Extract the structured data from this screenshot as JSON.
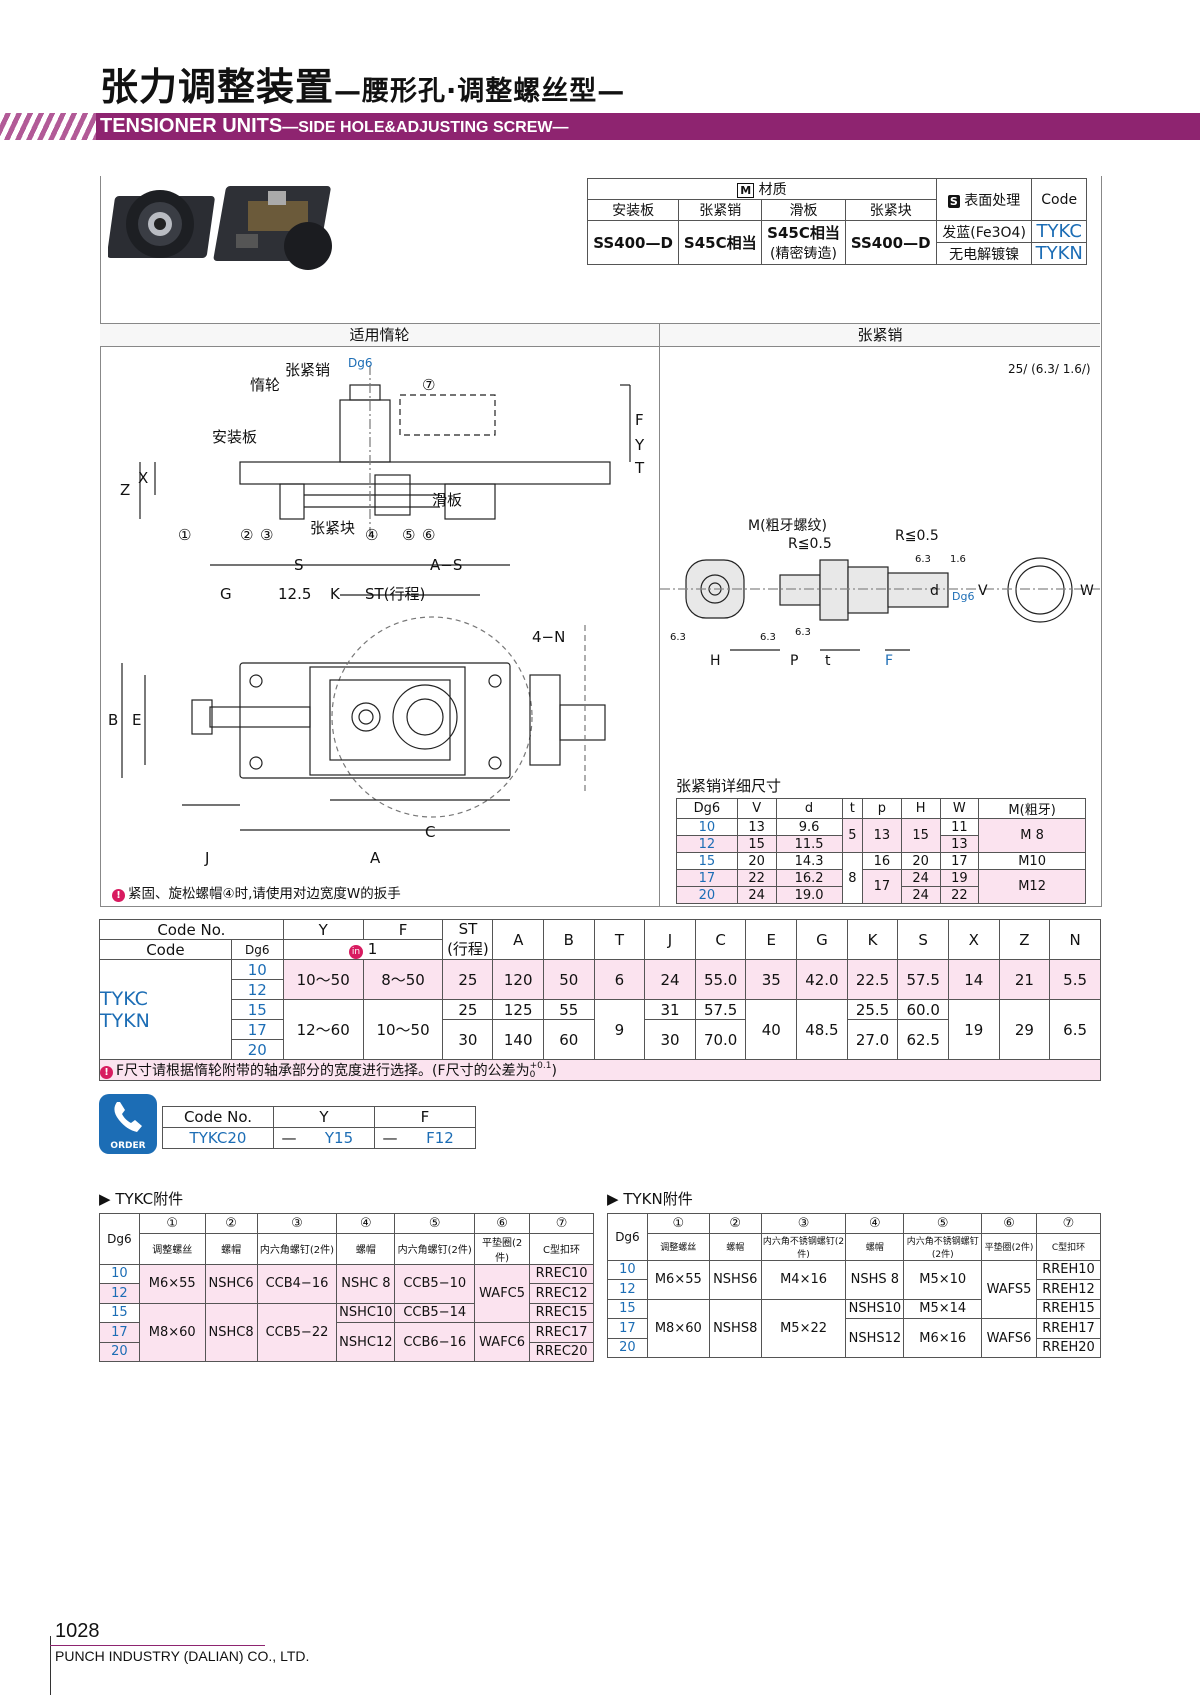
{
  "header": {
    "title_cn": "张力调整装置",
    "title_cn_sub": "—腰形孔·调整螺丝型—",
    "title_en": "TENSIONER UNITS",
    "title_en_sub": "—SIDE HOLE&ADJUSTING SCREW—"
  },
  "material": {
    "m_badge": "M",
    "m_label": "材质",
    "s_badge": "S",
    "s_label": "表面处理",
    "code_label": "Code",
    "cols": [
      "安装板",
      "张紧销",
      "滑板",
      "张紧块"
    ],
    "values": [
      "SS400—D",
      "S45C相当",
      "S45C相当",
      "SS400—D"
    ],
    "slide_note": "(精密铸造)",
    "surface": [
      "发蓝(Fe3O4)",
      "无电解镀镍"
    ],
    "codes": [
      "TYKC",
      "TYKN"
    ],
    "accent": "#1c6db5"
  },
  "sections": {
    "left": "适用惰轮",
    "right": "张紧销"
  },
  "drawing_left": {
    "labels": {
      "idler": "惰轮",
      "pin": "张紧销",
      "plate": "安装板",
      "slide": "滑板",
      "block": "张紧块",
      "dg6": "Dg6",
      "n7": "⑦",
      "n1": "①",
      "n2": "②",
      "n3": "③",
      "n4": "④",
      "n5": "⑤",
      "n6": "⑥",
      "F": "F",
      "Y": "Y",
      "T": "T",
      "Z": "Z",
      "X": "X",
      "S": "S",
      "AS": "A−S",
      "G": "G",
      "d125": "12.5",
      "K": "K",
      "ST": "ST(行程)",
      "N": "4−N",
      "B": "B",
      "E": "E",
      "C": "C",
      "J": "J",
      "A": "A"
    },
    "note": "紧固、旋松螺帽④时,请使用对边宽度W的扳手"
  },
  "drawing_right": {
    "labels": {
      "finish": "25/ (6.3/ 1.6/)",
      "M": "M(粗牙螺纹)",
      "R1": "R≦0.5",
      "R2": "R≦0.5",
      "r63a": "6.3",
      "r16": "1.6",
      "r63b": "6.3",
      "r63c": "6.3",
      "r63d": "6.3",
      "H": "H",
      "P": "P",
      "t": "t",
      "F": "F",
      "d": "d",
      "Dg6": "Dg6",
      "V": "V",
      "W": "W"
    }
  },
  "pin_dims": {
    "title": "张紧销详细尺寸",
    "headers": [
      "Dg6",
      "V",
      "d",
      "t",
      "p",
      "H",
      "W",
      "M(粗牙)"
    ],
    "rows": [
      {
        "dg": "10",
        "v": "13",
        "d": "9.6",
        "w": "11"
      },
      {
        "dg": "12",
        "v": "15",
        "d": "11.5",
        "w": "13"
      },
      {
        "dg": "15",
        "v": "20",
        "d": "14.3",
        "w": "17"
      },
      {
        "dg": "17",
        "v": "22",
        "d": "16.2",
        "w": "19"
      },
      {
        "dg": "20",
        "v": "24",
        "d": "19.0",
        "w": "22"
      }
    ],
    "t": [
      "5",
      "8"
    ],
    "p": [
      "13",
      "16",
      "17"
    ],
    "h": [
      "15",
      "20",
      "24",
      "24"
    ],
    "m": [
      "M 8",
      "M10",
      "M12"
    ]
  },
  "main_table": {
    "h_codeno": "Code No.",
    "h_code": "Code",
    "h_dg6": "Dg6",
    "h_in": "in",
    "h_1": "1",
    "h_Y": "Y",
    "h_F": "F",
    "h_ST": "ST",
    "h_ST2": "(行程)",
    "h_cols": [
      "A",
      "B",
      "T",
      "J",
      "C",
      "E",
      "G",
      "K",
      "S",
      "X",
      "Z",
      "N"
    ],
    "codes": [
      "TYKC",
      "TYKN"
    ],
    "dg": [
      "10",
      "12",
      "15",
      "17",
      "20"
    ],
    "y": [
      "10～50",
      "12～60"
    ],
    "f": [
      "8～50",
      "10～50"
    ],
    "st": [
      "25",
      "25",
      "30"
    ],
    "a": [
      "120",
      "125",
      "140"
    ],
    "b": [
      "50",
      "55",
      "60"
    ],
    "t": [
      "6",
      "9"
    ],
    "j": [
      "24",
      "31",
      "30"
    ],
    "c": [
      "55.0",
      "57.5",
      "70.0"
    ],
    "e": [
      "35",
      "40"
    ],
    "g": [
      "42.0",
      "48.5"
    ],
    "k": [
      "22.5",
      "25.5",
      "27.0"
    ],
    "s": [
      "57.5",
      "60.0",
      "62.5"
    ],
    "x": [
      "14",
      "19"
    ],
    "z": [
      "21",
      "29"
    ],
    "n": [
      "5.5",
      "6.5"
    ],
    "note": "F尺寸请根据惰轮附带的轴承部分的宽度进行选择。(F尺寸的公差为",
    "note_tol_up": "+0.1",
    "note_tol_dn": "0",
    "note_end": ")"
  },
  "order": {
    "badge": "ORDER",
    "headers": [
      "Code No.",
      "Y",
      "F"
    ],
    "values": [
      "TYKC20",
      "—",
      "Y15",
      "—",
      "F12"
    ]
  },
  "tykc": {
    "title": "TYKC附件",
    "nums": [
      "①",
      "②",
      "③",
      "④",
      "⑤",
      "⑥",
      "⑦"
    ],
    "names": [
      "调整螺丝",
      "螺帽",
      "内六角螺钉(2件)",
      "螺帽",
      "内六角螺钉(2件)",
      "平垫圈(2件)",
      "C型扣环"
    ],
    "dg_label": "Dg6",
    "dg": [
      "10",
      "12",
      "15",
      "17",
      "20"
    ],
    "c1": [
      "M6×55",
      "M8×60"
    ],
    "c2": [
      "NSHC6",
      "NSHC8"
    ],
    "c3": [
      "CCB4−16",
      "CCB5−22"
    ],
    "c4": [
      "NSHC 8",
      "NSHC10",
      "NSHC12"
    ],
    "c5": [
      "CCB5−10",
      "CCB5−14",
      "CCB6−16"
    ],
    "c6": [
      "WAFC5",
      "WAFC6"
    ],
    "c7": [
      "RREC10",
      "RREC12",
      "RREC15",
      "RREC17",
      "RREC20"
    ]
  },
  "tykn": {
    "title": "TYKN附件",
    "nums": [
      "①",
      "②",
      "③",
      "④",
      "⑤",
      "⑥",
      "⑦"
    ],
    "names": [
      "调整螺丝",
      "螺帽",
      "内六角不锈钢螺钉(2件)",
      "螺帽",
      "内六角不锈钢螺钉(2件)",
      "平垫圈(2件)",
      "C型扣环"
    ],
    "dg_label": "Dg6",
    "dg": [
      "10",
      "12",
      "15",
      "17",
      "20"
    ],
    "c1": [
      "M6×55",
      "M8×60"
    ],
    "c2": [
      "NSHS6",
      "NSHS8"
    ],
    "c3": [
      "M4×16",
      "M5×22"
    ],
    "c4": [
      "NSHS 8",
      "NSHS10",
      "NSHS12"
    ],
    "c5": [
      "M5×10",
      "M5×14",
      "M6×16"
    ],
    "c6": [
      "WAFS5",
      "WAFS6"
    ],
    "c7": [
      "RREH10",
      "RREH12",
      "RREH15",
      "RREH17",
      "RREH20"
    ]
  },
  "footer": {
    "page": "1028",
    "company": "PUNCH INDUSTRY (DALIAN) CO., LTD."
  }
}
